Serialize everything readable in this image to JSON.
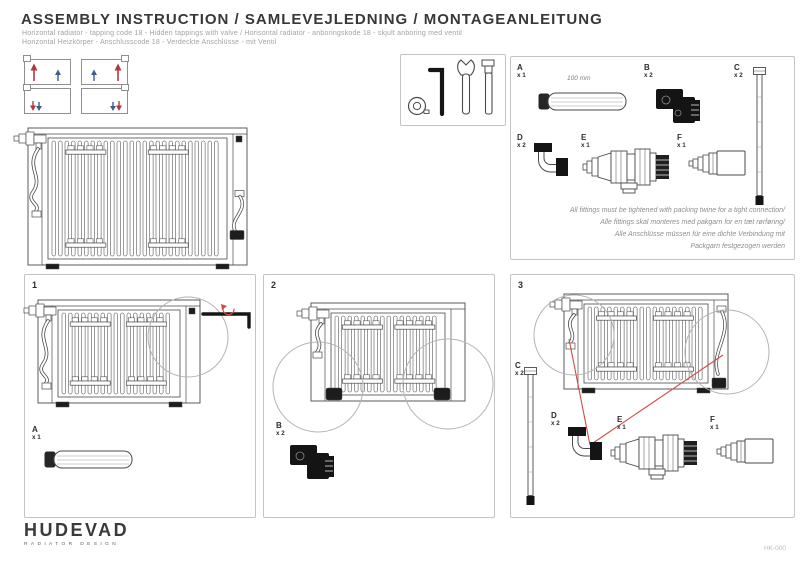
{
  "page": {
    "title": "ASSEMBLY INSTRUCTION / SAMLEVEJLEDNING / MONTAGEANLEITUNG",
    "subtitle_line1": "Horizontal radiator - tapping code 18 - Hidden tappings with valve / Horisontal radiator - anboringskode 18 - skjult anboring med ventil",
    "subtitle_line2": "Horizontal Heizkörper - Anschlusscode 18 - Verdeckte Anschlüsse - mit Ventil",
    "doc_code": "HK-000"
  },
  "logo": {
    "name": "HUDEVAD",
    "tagline": "RADIATOR DESIGN"
  },
  "colors": {
    "flow_red": "#b23a3a",
    "return_blue": "#3d5c8f",
    "line_art": "#4a4a4a",
    "callout_red": "#d24b43",
    "box_border": "#c4c4c4"
  },
  "connection_diagrams": {
    "boxes": [
      {
        "nub": "top-left",
        "arrows": [
          "red-up-tall",
          "blue-up-small"
        ]
      },
      {
        "nub": "top-right",
        "arrows": [
          "blue-up-small",
          "red-up-tall"
        ]
      },
      {
        "nub": "top-left",
        "arrows": [
          "red-down",
          "blue-down"
        ]
      },
      {
        "nub": "top-right",
        "arrows": [
          "blue-down",
          "red-down"
        ]
      }
    ]
  },
  "tools": {
    "items": [
      "tape-measure-icon",
      "allen-key-icon",
      "open-end-wrench-icon",
      "pipe-wrench-icon"
    ]
  },
  "parts": {
    "A": {
      "label": "A",
      "qty": "x 1",
      "dimension": "100 mm"
    },
    "B": {
      "label": "B",
      "qty": "x 2"
    },
    "C": {
      "label": "C",
      "qty": "x 2"
    },
    "D": {
      "label": "D",
      "qty": "x 2"
    },
    "E": {
      "label": "E",
      "qty": "x 1"
    },
    "F": {
      "label": "F",
      "qty": "x 1"
    }
  },
  "warning": {
    "line1": "All fittings must be tightened with packing twine for a tight connection/",
    "line2": "Alle fittings skal monteres med pakgarn for en tæt rørføring/",
    "line3": "Alle Anschlüsse müssen für eine dichte Verbindung mit",
    "line4": "Packgarn festgezogen werden"
  },
  "steps": [
    {
      "number": "1"
    },
    {
      "number": "2"
    },
    {
      "number": "3"
    }
  ]
}
